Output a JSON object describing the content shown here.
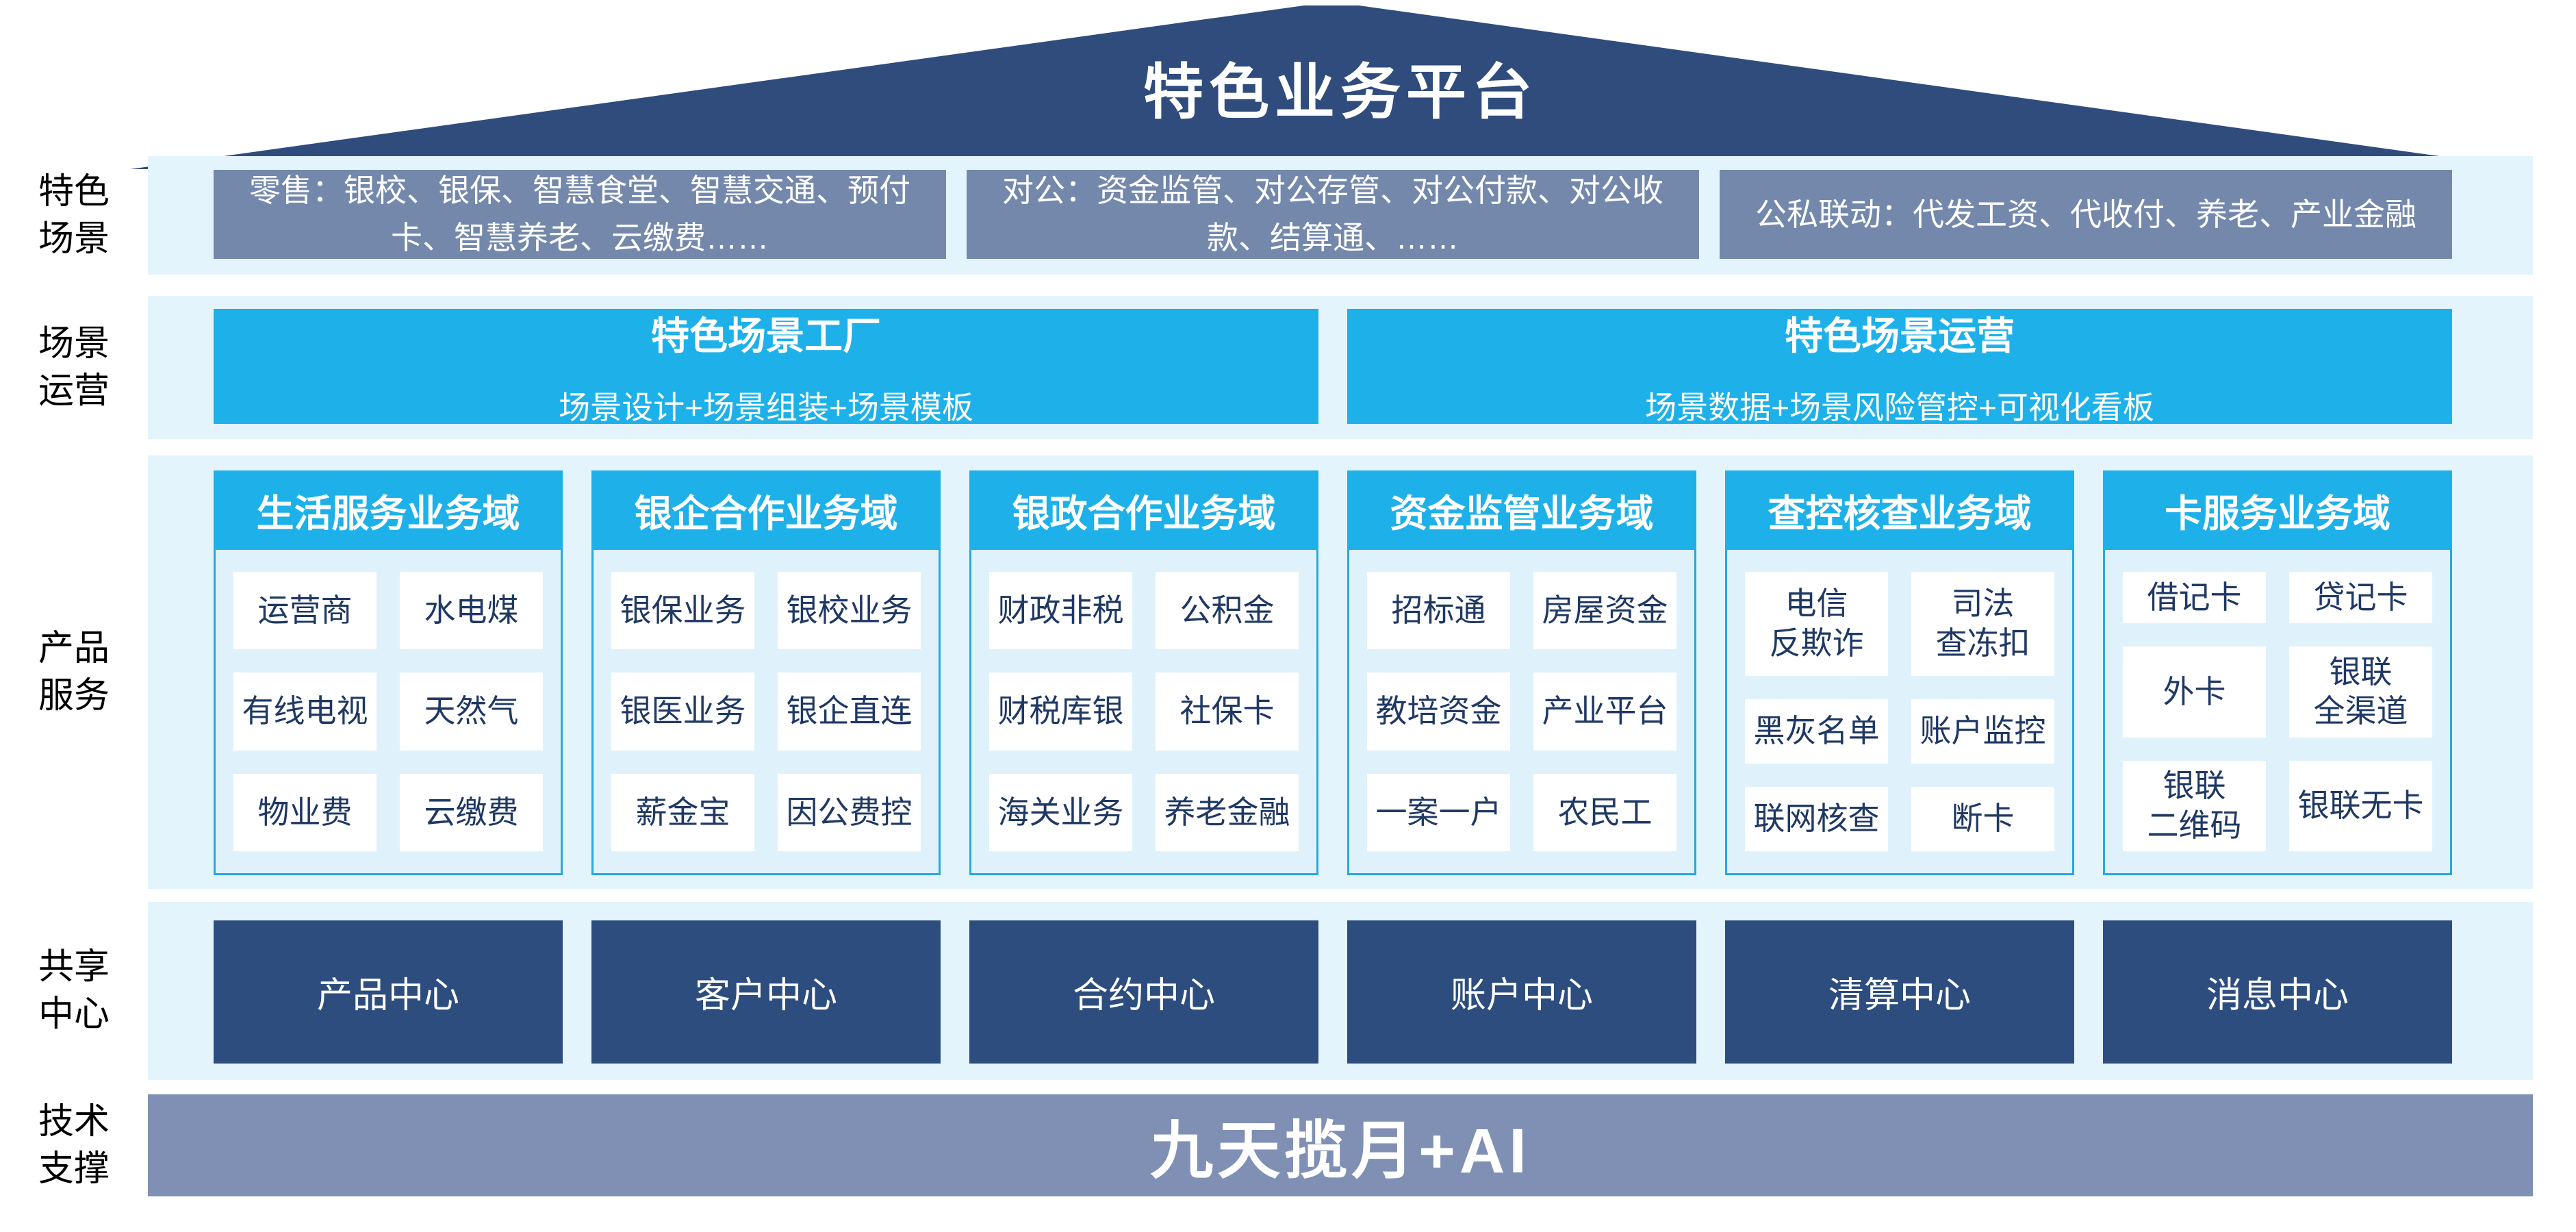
{
  "roof": {
    "title": "特色业务平台"
  },
  "sections": {
    "scenes": {
      "label": "特色\n场景",
      "items": [
        "零售：银校、银保、智慧食堂、智慧交通、预付卡、智慧养老、云缴费……",
        "对公：资金监管、对公存管、对公付款、对公收款、结算通、……",
        "公私联动：代发工资、代收付、养老、产业金融"
      ]
    },
    "operation": {
      "label": "场景\n运营",
      "items": [
        {
          "title": "特色场景工厂",
          "subtitle": "场景设计+场景组装+场景模板"
        },
        {
          "title": "特色场景运营",
          "subtitle": "场景数据+场景风险管控+可视化看板"
        }
      ]
    },
    "products": {
      "label": "产品\n服务",
      "columns": [
        {
          "header": "生活服务业务域",
          "cells": [
            "运营商",
            "水电煤",
            "有线电视",
            "天然气",
            "物业费",
            "云缴费"
          ]
        },
        {
          "header": "银企合作业务域",
          "cells": [
            "银保业务",
            "银校业务",
            "银医业务",
            "银企直连",
            "薪金宝",
            "因公费控"
          ]
        },
        {
          "header": "银政合作业务域",
          "cells": [
            "财政非税",
            "公积金",
            "财税库银",
            "社保卡",
            "海关业务",
            "养老金融"
          ]
        },
        {
          "header": "资金监管业务域",
          "cells": [
            "招标通",
            "房屋资金",
            "教培资金",
            "产业平台",
            "一案一户",
            "农民工"
          ]
        },
        {
          "header": "查控核查业务域",
          "cells": [
            "电信\n反欺诈",
            "司法\n查冻扣",
            "黑灰名单",
            "账户监控",
            "联网核查",
            "断卡"
          ]
        },
        {
          "header": "卡服务业务域",
          "cells": [
            "借记卡",
            "贷记卡",
            "外卡",
            "银联\n全渠道",
            "银联\n二维码",
            "银联无卡"
          ]
        }
      ]
    },
    "sharing": {
      "label": "共享\n中心",
      "items": [
        "产品中心",
        "客户中心",
        "合约中心",
        "账户中心",
        "清算中心",
        "消息中心"
      ]
    },
    "tech": {
      "label": "技术\n支撑",
      "title": "九天揽月+AI"
    }
  },
  "colors": {
    "roof_navy": "#2F4C7D",
    "band_light_blue": "#E3F4FC",
    "slate_box": "#7488AC",
    "slate_bar": "#8090B4",
    "cyan": "#1EB1E9",
    "cyan_border": "#29A8DC",
    "column_body": "#DFF2FC",
    "cell_bg": "#FFFFFF",
    "cell_text": "#1F3864",
    "navy_box": "#2C4D7E",
    "label_text": "#000000"
  }
}
